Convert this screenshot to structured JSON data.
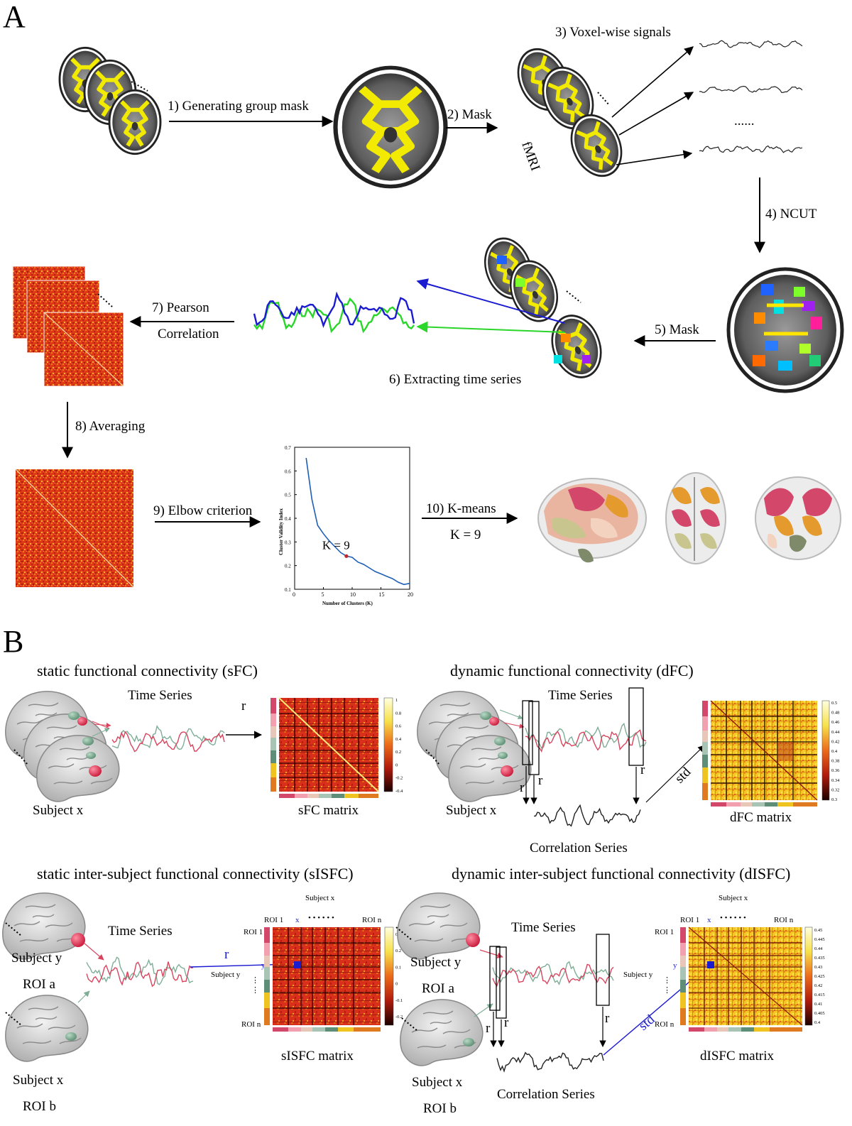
{
  "panel_a": {
    "letter": "A",
    "steps": {
      "s1": "1) Generating group mask",
      "s2": "2) Mask",
      "s3": "3) Voxel-wise signals",
      "s4": "4) NCUT",
      "s5": "5) Mask",
      "s6": "6) Extracting time series",
      "s7a": "7) Pearson",
      "s7b": "Correlation",
      "s8": "8) Averaging",
      "s9": "9) Elbow criterion",
      "s10a": "10) K-means",
      "s10b": "K = 9"
    },
    "fmri_label": "fMRI",
    "ellipsis": "......",
    "elbow_chart": {
      "ylabel": "Cluster Validity Index",
      "xlabel": "Number of Clusters (K)",
      "annotation": "K = 9"
    }
  },
  "panel_b": {
    "letter": "B",
    "sfc": {
      "title": "static functional connectivity (sFC)",
      "time_series": "Time Series",
      "subject": "Subject x",
      "r": "r",
      "matrix": "sFC matrix",
      "colorbar_ticks": [
        "1",
        "0.8",
        "0.6",
        "0.4",
        "0.2",
        "0",
        "-0.2",
        "-0.4"
      ]
    },
    "dfc": {
      "title": "dynamic functional connectivity (dFC)",
      "time_series": "Time Series",
      "subject": "Subject x",
      "r": "r",
      "std": "std",
      "correlation_series": "Correlation Series",
      "matrix": "dFC matrix",
      "colorbar_ticks": [
        "0.5",
        "0.48",
        "0.46",
        "0.44",
        "0.42",
        "0.4",
        "0.38",
        "0.36",
        "0.34",
        "0.32",
        "0.3"
      ]
    },
    "sisfc": {
      "title": "static inter-subject functional connectivity (sISFC)",
      "time_series": "Time Series",
      "subject_y": "Subject y",
      "roi_a": "ROI a",
      "subject_x": "Subject x",
      "roi_b": "ROI b",
      "r": "r",
      "matrix_subject_x": "Subject x",
      "matrix_subject_y": "Subject y",
      "roi_1": "ROI 1",
      "roi_n_top": "ROI n",
      "roi_n_side": "ROI n",
      "x": "x",
      "y": "y",
      "matrix": "sISFC matrix",
      "colorbar_ticks": [
        "0.3",
        "0.2",
        "0.1",
        "0",
        "-0.1",
        "-0.2"
      ]
    },
    "disfc": {
      "title": "dynamic inter-subject functional connectivity (dISFC)",
      "time_series": "Time Series",
      "subject_y": "Subject y",
      "roi_a": "ROI a",
      "subject_x": "Subject x",
      "roi_b": "ROI b",
      "r": "r",
      "std": "std",
      "correlation_series": "Correlation Series",
      "matrix_subject_x": "Subject x",
      "matrix_subject_y": "Subject y",
      "roi_1": "ROI 1",
      "roi_n_top": "ROI n",
      "roi_n_side": "ROI n",
      "x": "x",
      "y": "y",
      "matrix": "dISFC matrix",
      "colorbar_ticks": [
        "0.45",
        "0.445",
        "0.44",
        "0.435",
        "0.43",
        "0.425",
        "0.42",
        "0.415",
        "0.41",
        "0.405",
        "0.4"
      ]
    }
  },
  "chart_data": {
    "type": "line",
    "title": "",
    "xlabel": "Number of Clusters (K)",
    "ylabel": "Cluster Validity Index",
    "xlim": [
      0,
      20
    ],
    "ylim": [
      0.1,
      0.7
    ],
    "xticks": [
      0,
      5,
      10,
      15,
      20
    ],
    "yticks": [
      0.1,
      0.2,
      0.3,
      0.4,
      0.5,
      0.6,
      0.7
    ],
    "x": [
      2,
      3,
      4,
      5,
      6,
      7,
      8,
      9,
      10,
      11,
      12,
      13,
      14,
      15,
      16,
      17,
      18,
      19,
      20
    ],
    "values": [
      0.655,
      0.48,
      0.37,
      0.335,
      0.305,
      0.28,
      0.255,
      0.24,
      0.235,
      0.215,
      0.205,
      0.19,
      0.175,
      0.165,
      0.155,
      0.145,
      0.13,
      0.12,
      0.125
    ],
    "annotation": {
      "x": 9,
      "y": 0.24,
      "text": "K = 9"
    },
    "colors": {
      "line": "#1f5fb4",
      "marker": "#c0272d"
    }
  },
  "colors": {
    "mask_yellow": "#f2ea00",
    "matrix_red": "#d4351c",
    "series_blue": "#1b1bd0",
    "series_green": "#29d629",
    "isfc_red": "#d8455e",
    "isfc_green": "#7fae97"
  }
}
